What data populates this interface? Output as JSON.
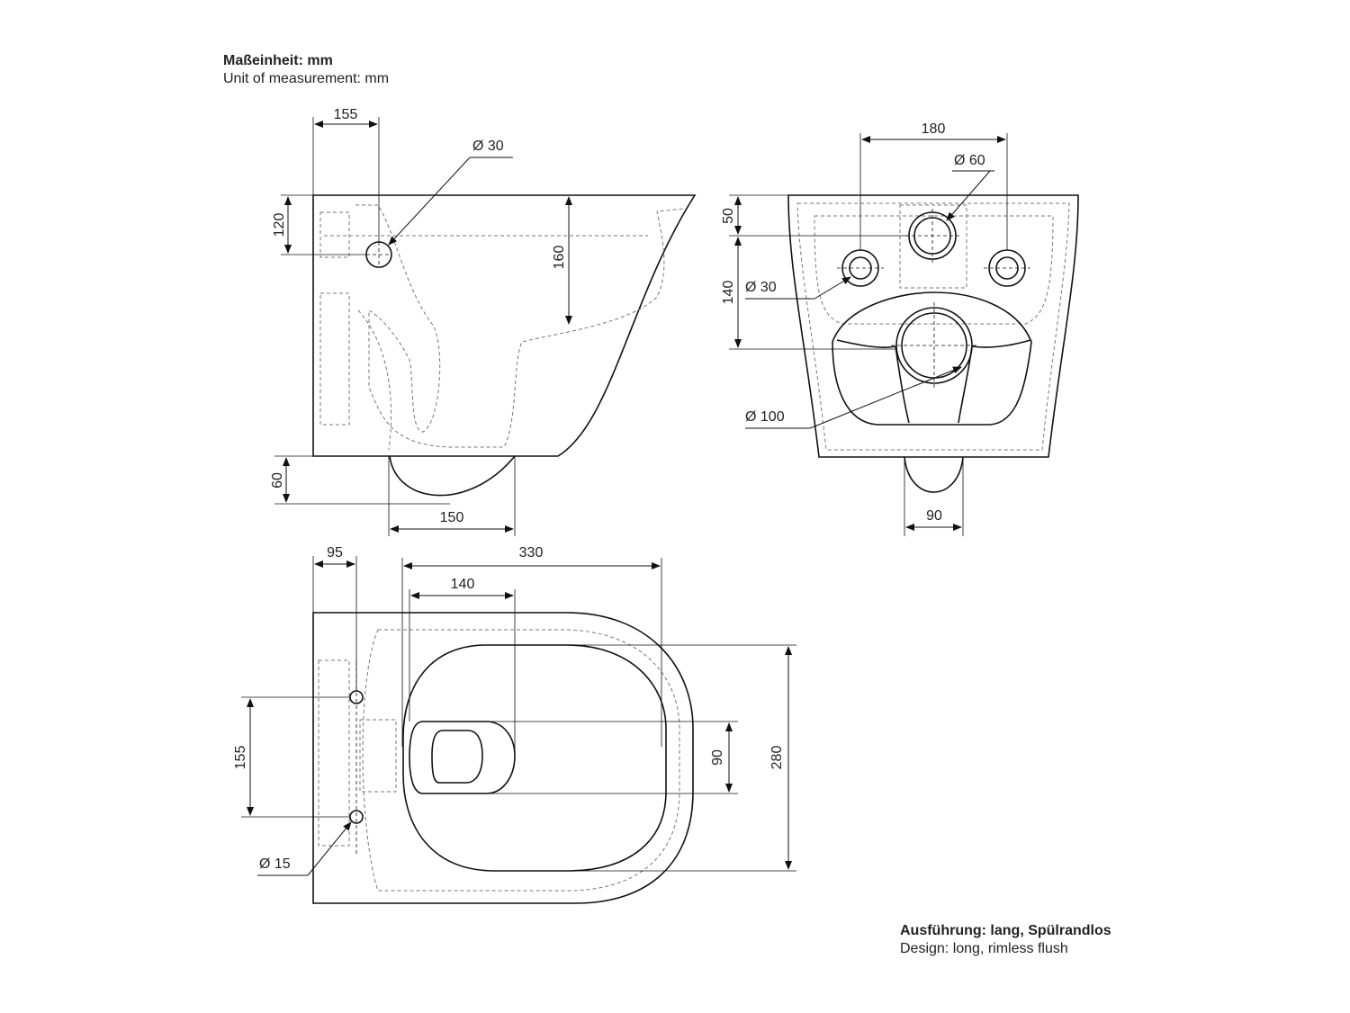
{
  "header": {
    "title_de": "Maßeinheit: mm",
    "title_en": "Unit of measurement: mm"
  },
  "footer": {
    "design_de": "Ausführung: lang, Spülrandlos",
    "design_en": "Design: long, rimless flush"
  },
  "side_view": {
    "dim_155": "155",
    "dim_d30": "Ø 30",
    "dim_120": "120",
    "dim_160": "160",
    "dim_60": "60",
    "dim_150": "150"
  },
  "back_view": {
    "dim_180": "180",
    "dim_d60": "Ø 60",
    "dim_50": "50",
    "dim_140": "140",
    "dim_d30": "Ø 30",
    "dim_d100": "Ø 100",
    "dim_90": "90"
  },
  "top_view": {
    "dim_95": "95",
    "dim_330": "330",
    "dim_140": "140",
    "dim_155": "155",
    "dim_d15": "Ø 15",
    "dim_90": "90",
    "dim_280": "280"
  }
}
